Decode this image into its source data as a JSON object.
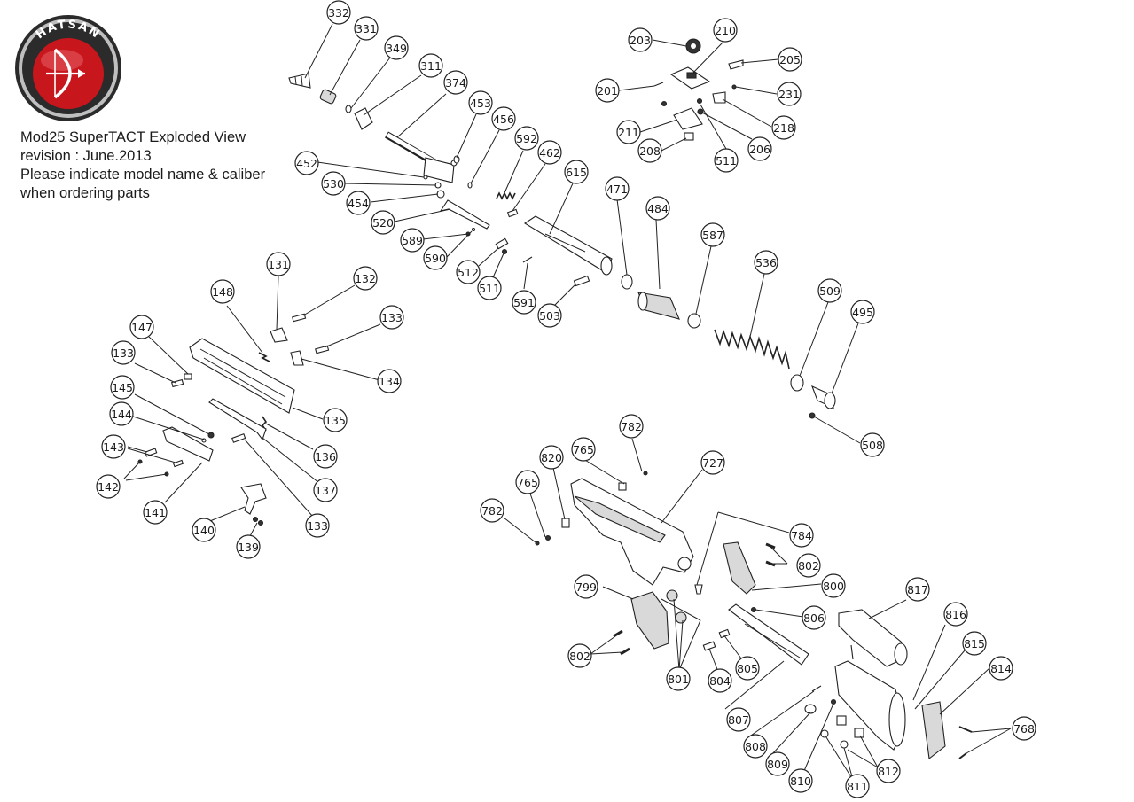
{
  "logo": {
    "brand": "HATSAN",
    "colors": {
      "ring": "#2b2b2b",
      "disc": "#c8161d",
      "emblem": "#ffffff"
    }
  },
  "title_lines": [
    "Mod25 SuperTACT Exploded View",
    "revision : June.2013",
    "Please indicate model name & caliber",
    "when ordering parts"
  ],
  "callouts": [
    {
      "id": "c332",
      "label": "332"
    },
    {
      "id": "c331",
      "label": "331"
    },
    {
      "id": "c349",
      "label": "349"
    },
    {
      "id": "c311",
      "label": "311"
    },
    {
      "id": "c374",
      "label": "374"
    },
    {
      "id": "c453",
      "label": "453"
    },
    {
      "id": "c456",
      "label": "456"
    },
    {
      "id": "c592",
      "label": "592"
    },
    {
      "id": "c462",
      "label": "462"
    },
    {
      "id": "c615",
      "label": "615"
    },
    {
      "id": "c452",
      "label": "452"
    },
    {
      "id": "c530",
      "label": "530"
    },
    {
      "id": "c454",
      "label": "454"
    },
    {
      "id": "c520",
      "label": "520"
    },
    {
      "id": "c589",
      "label": "589"
    },
    {
      "id": "c590",
      "label": "590"
    },
    {
      "id": "c512",
      "label": "512"
    },
    {
      "id": "c511a",
      "label": "511"
    },
    {
      "id": "c591",
      "label": "591"
    },
    {
      "id": "c503",
      "label": "503"
    },
    {
      "id": "c471",
      "label": "471"
    },
    {
      "id": "c484",
      "label": "484"
    },
    {
      "id": "c587",
      "label": "587"
    },
    {
      "id": "c536",
      "label": "536"
    },
    {
      "id": "c509",
      "label": "509"
    },
    {
      "id": "c495",
      "label": "495"
    },
    {
      "id": "c508",
      "label": "508"
    },
    {
      "id": "c203",
      "label": "203"
    },
    {
      "id": "c210",
      "label": "210"
    },
    {
      "id": "c205",
      "label": "205"
    },
    {
      "id": "c201",
      "label": "201"
    },
    {
      "id": "c231",
      "label": "231"
    },
    {
      "id": "c211",
      "label": "211"
    },
    {
      "id": "c218",
      "label": "218"
    },
    {
      "id": "c208",
      "label": "208"
    },
    {
      "id": "c511b",
      "label": "511"
    },
    {
      "id": "c206",
      "label": "206"
    },
    {
      "id": "c131",
      "label": "131"
    },
    {
      "id": "c132",
      "label": "132"
    },
    {
      "id": "c148",
      "label": "148"
    },
    {
      "id": "c133a",
      "label": "133"
    },
    {
      "id": "c147",
      "label": "147"
    },
    {
      "id": "c133b",
      "label": "133"
    },
    {
      "id": "c134",
      "label": "134"
    },
    {
      "id": "c145",
      "label": "145"
    },
    {
      "id": "c144",
      "label": "144"
    },
    {
      "id": "c135",
      "label": "135"
    },
    {
      "id": "c143",
      "label": "143"
    },
    {
      "id": "c136",
      "label": "136"
    },
    {
      "id": "c142",
      "label": "142"
    },
    {
      "id": "c137",
      "label": "137"
    },
    {
      "id": "c141",
      "label": "141"
    },
    {
      "id": "c133c",
      "label": "133"
    },
    {
      "id": "c140",
      "label": "140"
    },
    {
      "id": "c139",
      "label": "139"
    },
    {
      "id": "c782a",
      "label": "782"
    },
    {
      "id": "c765a",
      "label": "765"
    },
    {
      "id": "c727",
      "label": "727"
    },
    {
      "id": "c820",
      "label": "820"
    },
    {
      "id": "c765b",
      "label": "765"
    },
    {
      "id": "c782b",
      "label": "782"
    },
    {
      "id": "c784",
      "label": "784"
    },
    {
      "id": "c802a",
      "label": "802"
    },
    {
      "id": "c800",
      "label": "800"
    },
    {
      "id": "c817",
      "label": "817"
    },
    {
      "id": "c799",
      "label": "799"
    },
    {
      "id": "c806",
      "label": "806"
    },
    {
      "id": "c816",
      "label": "816"
    },
    {
      "id": "c802b",
      "label": "802"
    },
    {
      "id": "c815",
      "label": "815"
    },
    {
      "id": "c805",
      "label": "805"
    },
    {
      "id": "c801",
      "label": "801"
    },
    {
      "id": "c804",
      "label": "804"
    },
    {
      "id": "c814",
      "label": "814"
    },
    {
      "id": "c807",
      "label": "807"
    },
    {
      "id": "c768",
      "label": "768"
    },
    {
      "id": "c808",
      "label": "808"
    },
    {
      "id": "c809",
      "label": "809"
    },
    {
      "id": "c812",
      "label": "812"
    },
    {
      "id": "c810",
      "label": "810"
    },
    {
      "id": "c811",
      "label": "811"
    }
  ]
}
